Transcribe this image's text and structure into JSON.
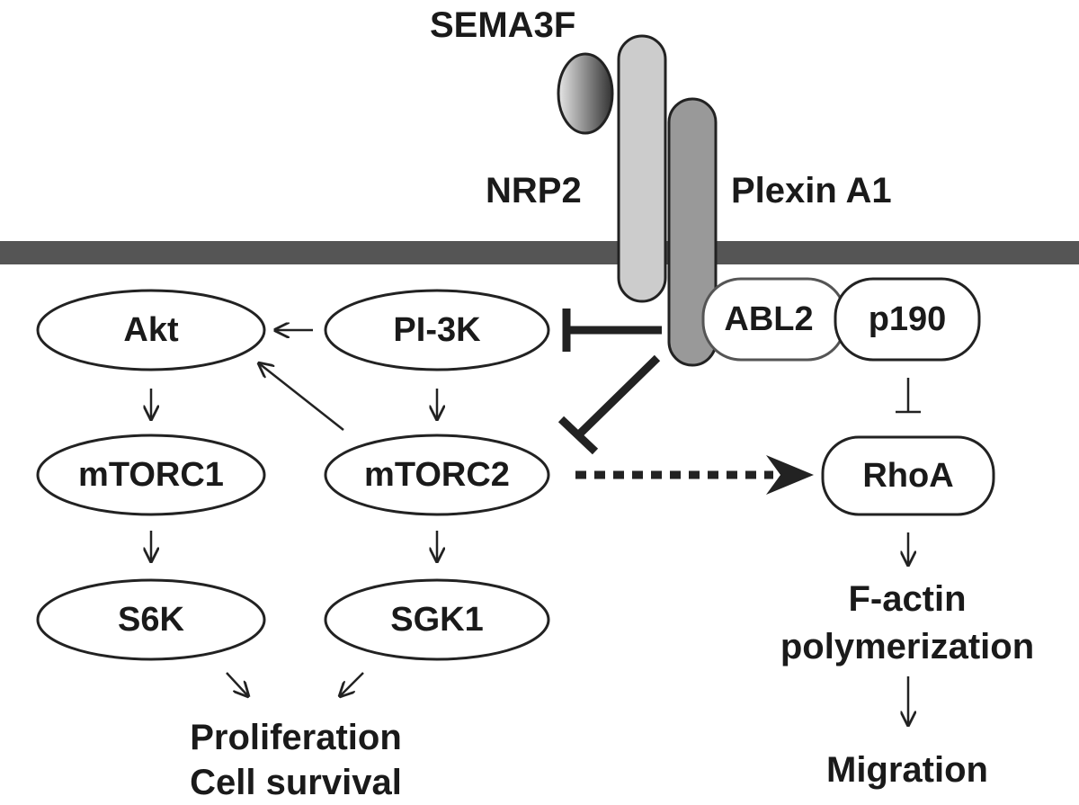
{
  "ligand": {
    "label": "SEMA3F"
  },
  "receptors": {
    "nrp2": "NRP2",
    "plexin": "Plexin A1"
  },
  "complex": {
    "abl2": "ABL2",
    "p190": "p190"
  },
  "nodes": {
    "akt": "Akt",
    "pi3k": "PI-3K",
    "mtorc1": "mTORC1",
    "mtorc2": "mTORC2",
    "s6k": "S6K",
    "sgk1": "SGK1",
    "rhoa": "RhoA"
  },
  "outcomes": {
    "factin_line1": "F-actin",
    "factin_line2": "polymerization",
    "migration": "Migration",
    "proliferation": "Proliferation",
    "survival": "Cell survival"
  },
  "colors": {
    "membrane": "#555555",
    "nrp2_fill": "#cccccc",
    "plexin_fill": "#999999",
    "ligand_dark": "#333333",
    "ligand_light": "#e6e6e6",
    "line": "#222222"
  }
}
